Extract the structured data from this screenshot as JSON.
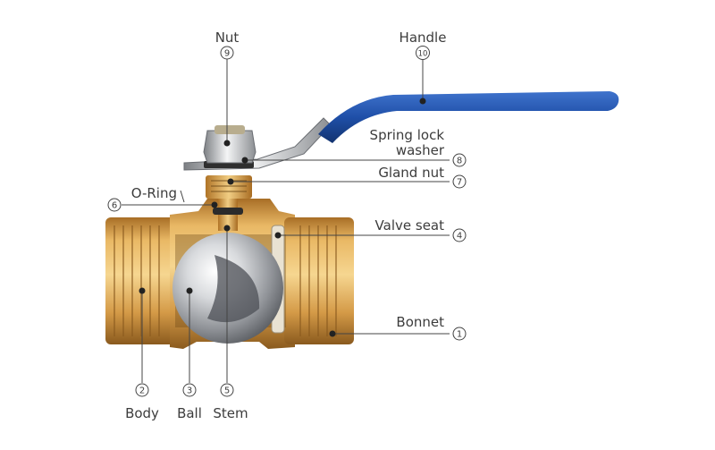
{
  "colors": {
    "brass_light": "#f2c879",
    "brass_mid": "#cf9642",
    "brass_dark": "#8a5a1e",
    "handle_blue": "#1f4fa8",
    "chrome": "#c9ccd0",
    "label_text": "#3c3c3c",
    "leader_line": "#444444"
  },
  "parts": [
    {
      "id": "bonnet",
      "number": "1",
      "name": "Bonnet"
    },
    {
      "id": "body",
      "number": "2",
      "name": "Body"
    },
    {
      "id": "ball",
      "number": "3",
      "name": "Ball"
    },
    {
      "id": "valve-seat",
      "number": "4",
      "name": "Valve seat"
    },
    {
      "id": "stem",
      "number": "5",
      "name": "Stem"
    },
    {
      "id": "o-ring",
      "number": "6",
      "name": "O-Ring"
    },
    {
      "id": "gland-nut",
      "number": "7",
      "name": "Gland nut"
    },
    {
      "id": "spring-lock-washer",
      "number": "8",
      "name_line1": "Spring lock",
      "name_line2": "washer"
    },
    {
      "id": "nut",
      "number": "9",
      "name": "Nut"
    },
    {
      "id": "handle",
      "number": "10",
      "name": "Handle"
    }
  ]
}
